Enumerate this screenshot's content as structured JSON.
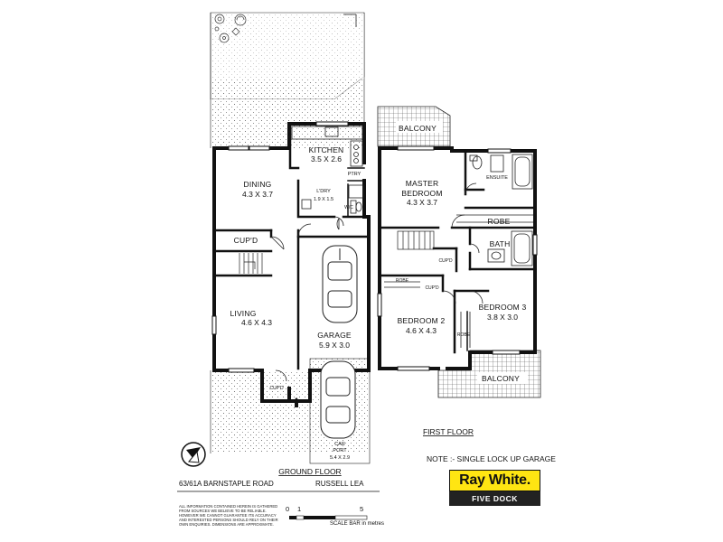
{
  "ground_floor": {
    "title": "GROUND FLOOR",
    "rooms": {
      "kitchen": {
        "name": "KITCHEN",
        "size": "3.5 X 2.6"
      },
      "pantry": {
        "name": "PTRY"
      },
      "dining": {
        "name": "DINING",
        "size": "4.3 X 3.7"
      },
      "laundry": {
        "name": "L'DRY",
        "size": "1.9 X 1.5"
      },
      "wc": {
        "name": "W/C"
      },
      "cupboard_upper": {
        "name": "CUP'D"
      },
      "cupboard_entry": {
        "name": "CUP'D"
      },
      "living": {
        "name": "LIVING",
        "size": "4.6 X 4.3"
      },
      "garage": {
        "name": "GARAGE",
        "size": "5.9 X 3.0"
      },
      "carport": {
        "name": "CAR",
        "name2": "PORT",
        "size": "5.4 X 2.9"
      }
    }
  },
  "first_floor": {
    "title": "FIRST FLOOR",
    "rooms": {
      "balcony_top": {
        "name": "BALCONY"
      },
      "master": {
        "name": "MASTER",
        "name2": "BEDROOM",
        "size": "4.3 X 3.7"
      },
      "ensuite": {
        "name": "ENSUITE"
      },
      "robe_master": {
        "name": "ROBE"
      },
      "bath": {
        "name": "BATH"
      },
      "cupboard_hall": {
        "name": "CUP'D"
      },
      "cupboard_hall2": {
        "name": "CUP'D"
      },
      "robe_bed2": {
        "name": "ROBE"
      },
      "robe_bed3": {
        "name": "ROBE"
      },
      "bedroom2": {
        "name": "BEDROOM 2",
        "size": "4.6 X 4.3"
      },
      "bedroom3": {
        "name": "BEDROOM 3",
        "size": "3.8 X 3.0"
      },
      "balcony_bottom": {
        "name": "BALCONY"
      }
    }
  },
  "address": "63/61A BARNSTAPLE ROAD",
  "suburb": "RUSSELL  LEA",
  "note": "NOTE :- SINGLE LOCK UP GARAGE",
  "scale": {
    "ticks": [
      "0",
      "1",
      "5"
    ],
    "label": "SCALE BAR in metres"
  },
  "disclaimer": "ALL INFORMATION CONTAINED HEREIN IS GATHERED FROM SOURCES WE BELIEVE TO BE RELIABLE. HOWEVER WE CANNOT GUARANTEE ITS ACCURACY AND INTERESTED PERSONS SHOULD RELY ON THEIR OWN ENQUIRIES. DIMENSIONS ARE APPROXIMATE.",
  "logo": {
    "brand": "Ray White.",
    "office": "FIVE DOCK",
    "colors": {
      "yellow": "#ffe512",
      "dark": "#222222"
    }
  },
  "compass_icon": "north-arrow-icon",
  "colors": {
    "wall": "#111111",
    "paving": "#888888",
    "background": "#ffffff"
  }
}
